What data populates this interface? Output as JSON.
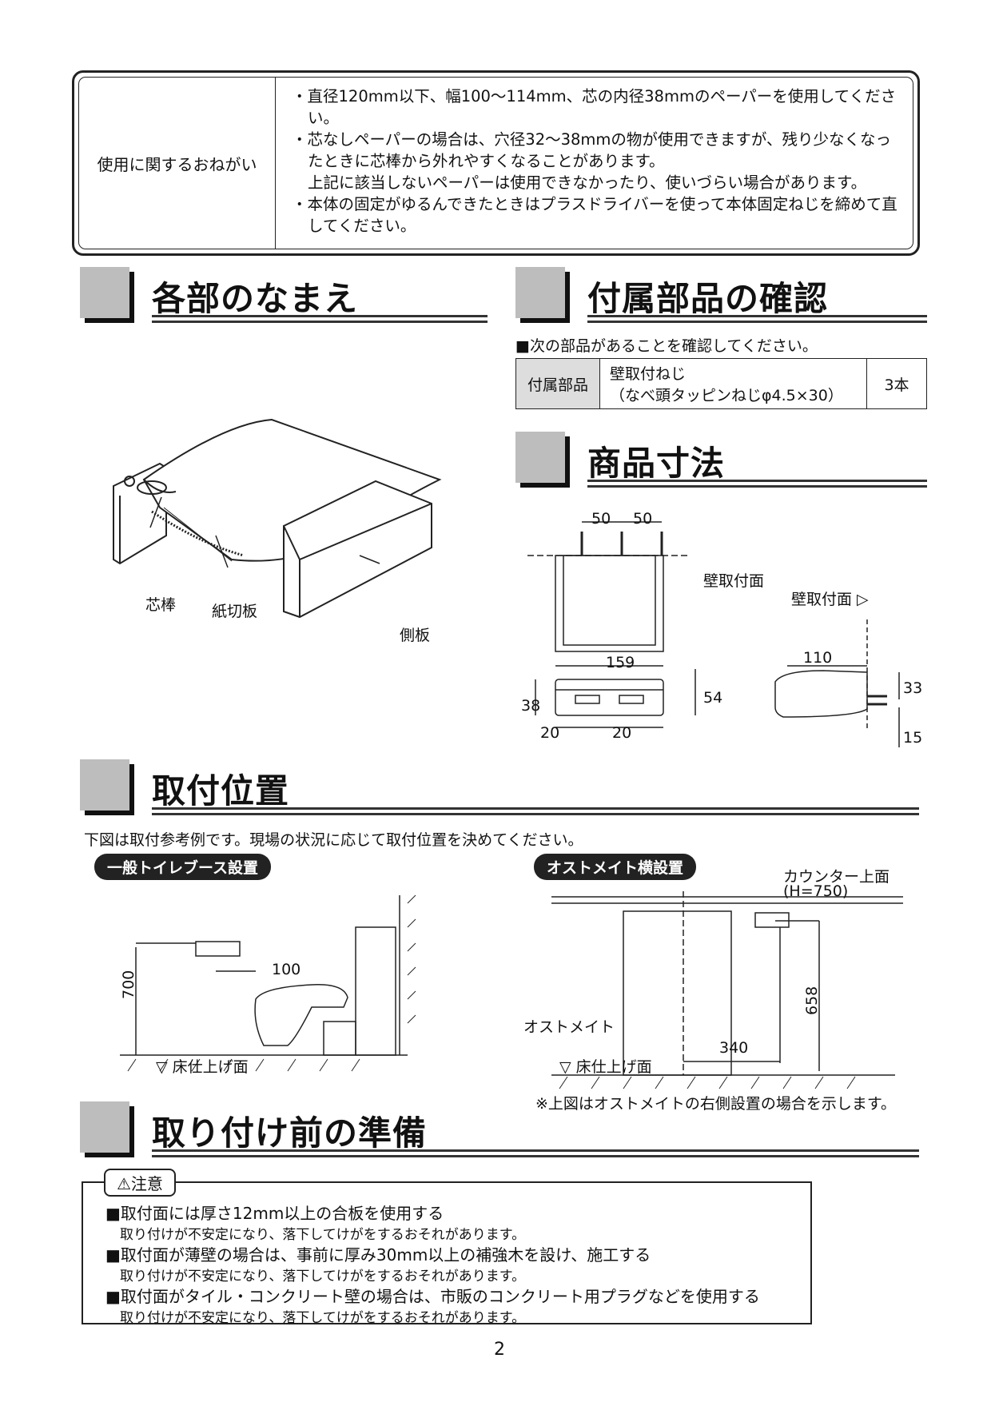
{
  "notice": {
    "label": "使用に関するおねがい",
    "items": [
      "・直径120mm以下、幅100〜114mm、芯の内径38mmのペーパーを使用してください。",
      "・芯なしペーパーの場合は、穴径32〜38mmの物が使用できますが、残り少なくなったときに芯棒から外れやすくなることがあります。",
      "上記に該当しないペーパーは使用できなかったり、使いづらい場合があります。",
      "・本体の固定がゆるんできたときはプラスドライバーを使って本体固定ねじを締めて直してください。"
    ]
  },
  "sections": {
    "names": {
      "title": "各部のなまえ"
    },
    "parts": {
      "title": "付属部品の確認"
    },
    "dimensions": {
      "title": "商品寸法"
    },
    "position": {
      "title": "取付位置"
    },
    "preparation": {
      "title": "取り付け前の準備"
    }
  },
  "part_labels": {
    "core": "芯棒",
    "cutter": "紙切板",
    "side": "側板"
  },
  "parts_check": {
    "intro": "■次の部品があることを確認してください。",
    "row_label": "付属部品",
    "item_name": "壁取付ねじ",
    "item_spec": "（なべ頭タッピンねじφ4.5×30）",
    "qty": "3本"
  },
  "dims": {
    "top_a": "50",
    "top_b": "50",
    "wall_surface": "壁取付面",
    "wall_surface2": "壁取付面 ▷",
    "width": "159",
    "h38": "38",
    "h54": "54",
    "b20a": "20",
    "b20b": "20",
    "depth": "110",
    "d33": "33",
    "d15": "15"
  },
  "position": {
    "intro": "下図は取付参考例です。現場の状況に応じて取付位置を決めてください。",
    "left_title": "一般トイレブース設置",
    "right_title": "オストメイト横設置",
    "h700": "700",
    "off100": "100",
    "floor": "▽ 床仕上げ面",
    "counter": "カウンター上面",
    "counter_h": "(H=750)",
    "h658": "658",
    "w340": "340",
    "ostomate": "オストメイト",
    "footnote": "※上図はオストメイトの右側設置の場合を示します。"
  },
  "caution": {
    "tag": "⚠注意",
    "lines": [
      {
        "head": "■取付面には厚さ12mm以上の合板を使用する",
        "sub": "取り付けが不安定になり、落下してけがをするおそれがあります。"
      },
      {
        "head": "■取付面が薄壁の場合は、事前に厚み30mm以上の補強木を設け、施工する",
        "sub": "取り付けが不安定になり、落下してけがをするおそれがあります。"
      },
      {
        "head": "■取付面がタイル・コンクリート壁の場合は、市販のコンクリート用プラグなどを使用する",
        "sub": "取り付けが不安定になり、落下してけがをするおそれがあります。"
      }
    ]
  },
  "page_number": "2"
}
